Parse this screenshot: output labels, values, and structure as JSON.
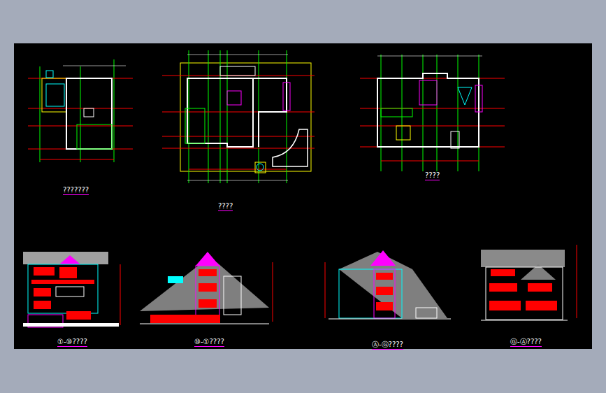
{
  "diagram": {
    "labels": [
      "???????",
      "????",
      "????",
      "①-⑩????",
      "⑩-①????",
      "Ⓐ-Ⓖ????",
      "Ⓖ-Ⓐ????"
    ]
  }
}
